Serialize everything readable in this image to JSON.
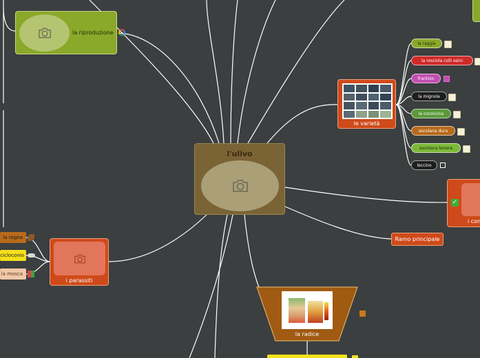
{
  "root": {
    "title": "l'ulivo"
  },
  "nodes": {
    "riproduzione": {
      "label": "la riproduzione"
    },
    "varieta": {
      "label": "le varietà"
    },
    "parassiti": {
      "label": "i parassiti"
    },
    "ramo": {
      "label": "Ramo principale"
    },
    "radice": {
      "label": "la radice"
    },
    "con": {
      "label": "i con"
    }
  },
  "varieties": [
    "la raggia",
    "la rosciola colli esini",
    "frantoio",
    "la mignola",
    "la coroncina",
    "ascolana dura",
    "ascolana tenera",
    "leccino"
  ],
  "parasites": [
    "la rogna",
    "cicloconio",
    "la mosca"
  ],
  "colors": {
    "background": "#3b3f40",
    "root": "#7a6436",
    "green": "#8aa82a",
    "orange": "#cf4a1a",
    "radice": "#a05a12",
    "yellow": "#f4e01c"
  }
}
